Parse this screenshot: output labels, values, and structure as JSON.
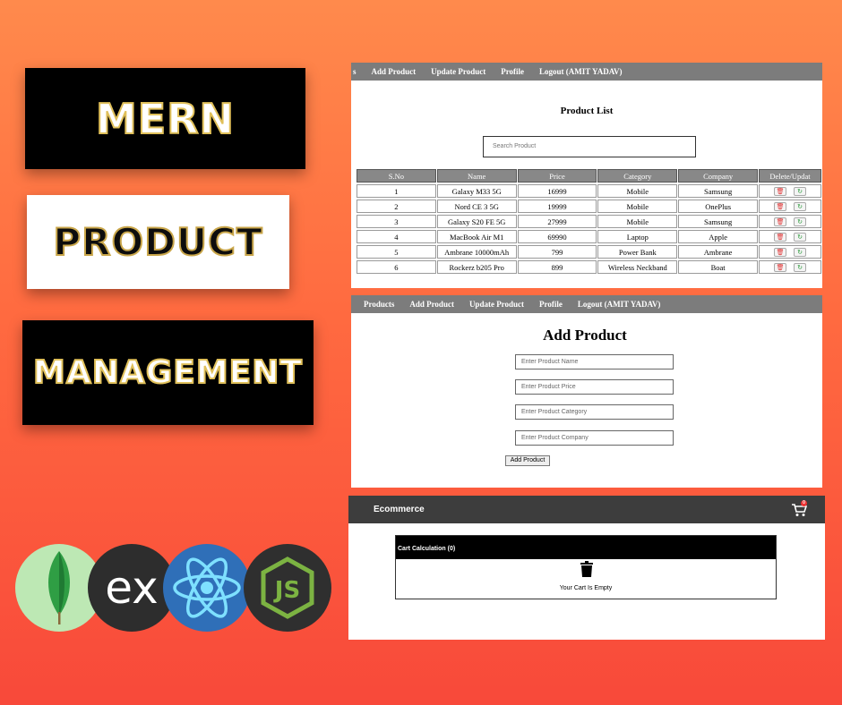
{
  "hero": {
    "line1": "MERN",
    "line2": "PRODUCT",
    "line3": "MANAGEMENT"
  },
  "logos": {
    "mongodb": "mongodb-leaf-icon",
    "express": "ex",
    "react": "react-atom-icon",
    "node": "JS"
  },
  "product_list": {
    "nav": [
      "s",
      "Add Product",
      "Update Product",
      "Profile",
      "Logout (AMIT YADAV)"
    ],
    "title": "Product List",
    "search_placeholder": "Search Product",
    "columns": [
      "S.No",
      "Name",
      "Price",
      "Category",
      "Company",
      "Delete/Updat"
    ],
    "rows": [
      {
        "sno": "1",
        "name": "Galaxy M33 5G",
        "price": "16999",
        "category": "Mobile",
        "company": "Samsung"
      },
      {
        "sno": "2",
        "name": "Nord CE 3 5G",
        "price": "19999",
        "category": "Mobile",
        "company": "OnePlus"
      },
      {
        "sno": "3",
        "name": "Galaxy S20 FE 5G",
        "price": "27999",
        "category": "Mobile",
        "company": "Samsung"
      },
      {
        "sno": "4",
        "name": "MacBook Air M1",
        "price": "69990",
        "category": "Laptop",
        "company": "Apple"
      },
      {
        "sno": "5",
        "name": "Ambrane 10000mAh",
        "price": "799",
        "category": "Power Bank",
        "company": "Ambrane"
      },
      {
        "sno": "6",
        "name": "Rockerz b205 Pro",
        "price": "899",
        "category": "Wireless Neckband",
        "company": "Boat"
      }
    ]
  },
  "add_product": {
    "nav": [
      "Products",
      "Add Product",
      "Update Product",
      "Profile",
      "Logout (AMIT YADAV)"
    ],
    "title": "Add Product",
    "fields": [
      {
        "placeholder": "Enter Product Name"
      },
      {
        "placeholder": "Enter Product Price"
      },
      {
        "placeholder": "Enter Product Category"
      },
      {
        "placeholder": "Enter Product Company"
      }
    ],
    "button": "Add Product"
  },
  "cart": {
    "brand": "Ecommerce",
    "badge": "0",
    "heading": "Cart Calculation (0)",
    "empty_text": "Your Cart Is Empty"
  },
  "colors": {
    "background_top": "#ff8a4c",
    "background_bottom": "#f8493a",
    "navbar": "#7c7c7c",
    "cart_bar": "#3d3d3d"
  }
}
